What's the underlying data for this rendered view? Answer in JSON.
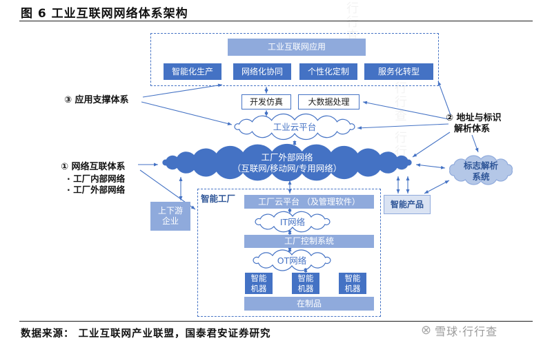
{
  "header": {
    "title": "图 6 工业互联网网络体系架构"
  },
  "footer": {
    "source": "数据来源： 工业互联网产业联盟，国泰君安证券研究"
  },
  "watermark": {
    "text": "行行查",
    "brand": "雪球·行行查",
    "brand_icon": "⊗"
  },
  "colors": {
    "accent": "#4472c4",
    "light_blue": "#8faadc",
    "pale_blue": "#dae3f3",
    "cloud_fill": "#b4c7e7"
  },
  "diagram": {
    "app_layer": {
      "title": "工业互联网应用",
      "apps": [
        "智能化生产",
        "网络化协同",
        "个性化定制",
        "服务化转型"
      ]
    },
    "support_label": "③ 应用支撑体系",
    "dev_sim": "开发仿真",
    "big_data": "大数据处理",
    "industrial_cloud": "工业云平台",
    "external_network": {
      "line1": "工厂外部网络",
      "line2": "（互联网/移动网/专用网络）"
    },
    "address_label": {
      "line1": "② 地址与标识",
      "line2": "解析体系"
    },
    "id_resolution": {
      "line1": "标志解析",
      "line2": "系统"
    },
    "network_label": "① 网络互联体系",
    "network_bullets": [
      "· 工厂内部网络",
      "· 工厂外部网络"
    ],
    "partners": {
      "line1": "上下游",
      "line2": "企业"
    },
    "smart_factory": {
      "label": "智能工厂",
      "factory_cloud": "工厂云平台 （及管理软件）",
      "it_network": "IT网络",
      "control_system": "工厂控制系统",
      "ot_network": "OT网络",
      "machine": {
        "line1": "智能",
        "line2": "机器"
      },
      "wip": "在制品"
    },
    "smart_product": "智能产品"
  }
}
